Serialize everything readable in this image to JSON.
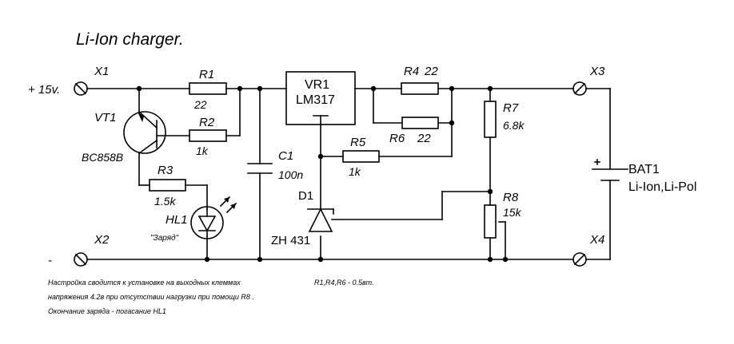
{
  "title": "Li-Ion charger.",
  "terminals": {
    "x1": "X1",
    "x2": "X2",
    "x3": "X3",
    "x4": "X4",
    "plus_label": "+ 15v.",
    "minus_label": "-"
  },
  "components": {
    "r1": {
      "ref": "R1",
      "value": "22"
    },
    "r2": {
      "ref": "R2",
      "value": "1k"
    },
    "r3": {
      "ref": "R3",
      "value": "1.5k"
    },
    "r4": {
      "ref": "R4",
      "value": "22"
    },
    "r5": {
      "ref": "R5",
      "value": "1k"
    },
    "r6": {
      "ref": "R6",
      "value": "22"
    },
    "r7": {
      "ref": "R7",
      "value": "6.8k"
    },
    "r8": {
      "ref": "R8",
      "value": "15k"
    },
    "vt1": {
      "ref": "VT1",
      "value": "BC858B"
    },
    "hl1": {
      "ref": "HL1",
      "value": "\"Заряд\""
    },
    "c1": {
      "ref": "C1",
      "value": "100n"
    },
    "d1": {
      "ref": "D1",
      "value": "ZH 431"
    },
    "vr1": {
      "ref": "VR1",
      "value": "LM317"
    },
    "bat1": {
      "ref": "BAT1",
      "value": "Li-Ion,Li-Pol"
    }
  },
  "notes": {
    "line1": "Настройка сводится к установке на выходных клеммах",
    "line2": "напряжения 4.2в при отсутствии нагрузки при помощи R8 .",
    "line3": "Окончание заряда - погасание HL1",
    "power_note": "R1,R4,R6 - 0.5вт."
  }
}
